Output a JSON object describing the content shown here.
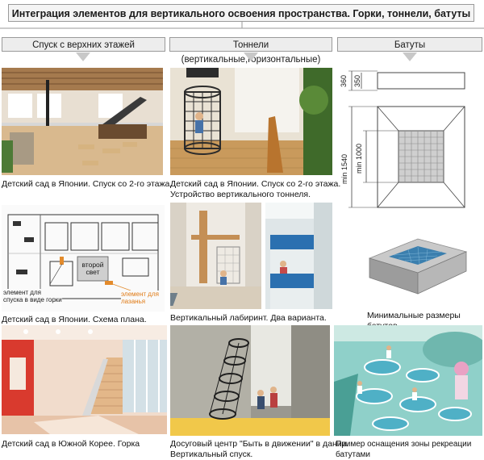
{
  "title": "Интеграция элементов для вертикального освоения пространства. Горки, тоннели, батуты",
  "columns": [
    {
      "label": "Спуск с верхних этажей"
    },
    {
      "label": "Тоннели (вертикальные,горизонтальные)"
    },
    {
      "label": "Батуты"
    }
  ],
  "captions": {
    "c1": "Детский сад в Японии. Спуск со 2-го этажа.",
    "c2_line1": "Детский сад в Японии. Спуск со 2-го этажа.",
    "c2_line2": "Устройство вертикального тоннеля.",
    "c4": "Детский сад в Японии. Схема плана.",
    "c5": "Вертикальный лабиринт. Два варианта.",
    "c6": "Минимальные размеры батутов.",
    "c7": "Детский сад в Южной Корее. Горка",
    "c8_line1": "Досуговый центр \"Быть в движении\" в дании.",
    "c8_line2": "Вертикальный спуск.",
    "c9": "Пример оснащения зоны рекреации батутами"
  },
  "plan_labels": {
    "second_light_1": "второй",
    "second_light_2": "свет",
    "slide_1": "элемент для",
    "slide_2": "спуска в виде горки",
    "climb_1": "элемент для",
    "climb_2": "лазанья"
  },
  "dimensions": {
    "d360": "360",
    "d350": "350",
    "d1540": "min 1540",
    "d1000": "min 1000"
  }
}
